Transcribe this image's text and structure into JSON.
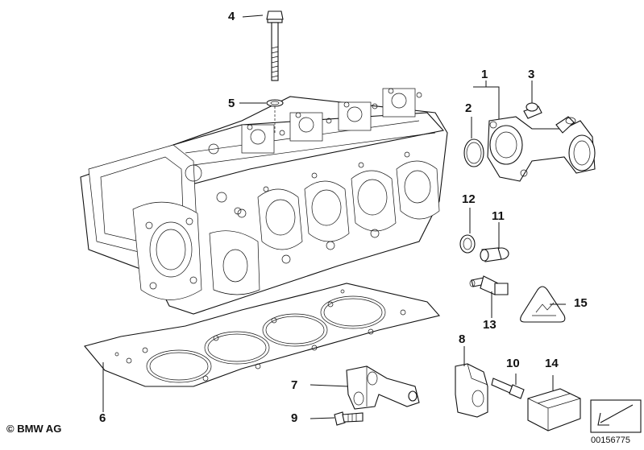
{
  "diagram": {
    "callouts": {
      "c1": "1",
      "c2": "2",
      "c3": "3",
      "c4": "4",
      "c5": "5",
      "c6": "6",
      "c7": "7",
      "c8": "8",
      "c9": "9",
      "c10": "10",
      "c11": "11",
      "c12": "12",
      "c13": "13",
      "c14": "14",
      "c15": "15"
    },
    "copyright": "© BMW AG",
    "doc_id": "00156775"
  }
}
